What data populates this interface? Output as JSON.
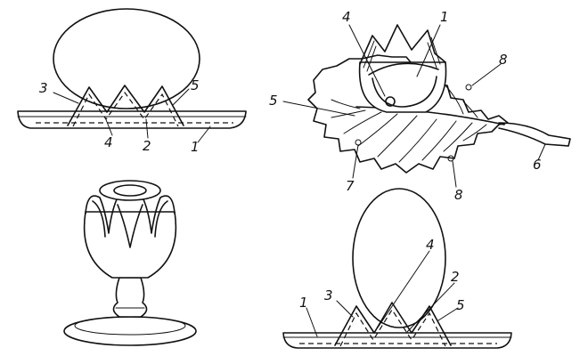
{
  "figures": {
    "top_left": {
      "labels": {
        "l1": "1",
        "l2": "2",
        "l3": "3",
        "l4": "4",
        "l5": "5"
      }
    },
    "top_right": {
      "labels": {
        "l1": "1",
        "l4": "4",
        "l5": "5",
        "l6": "6",
        "l7": "7",
        "l8a": "8",
        "l8b": "8"
      }
    },
    "bottom_right": {
      "labels": {
        "l1": "1",
        "l2": "2",
        "l3": "3",
        "l4": "4",
        "l5": "5"
      }
    }
  }
}
